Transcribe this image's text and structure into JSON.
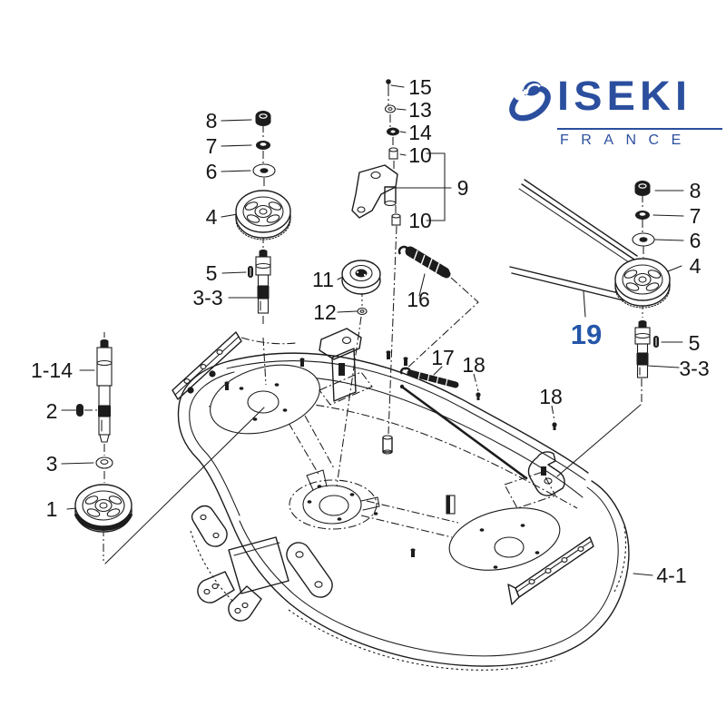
{
  "brand": {
    "name": "ISEKI",
    "subtitle": "FRANCE",
    "icon": "iseki-swirl-icon",
    "color": "#2b4f9e"
  },
  "colors": {
    "line_art": "#1c1c1c",
    "highlight_blue": "#2456a8",
    "background": "#ffffff"
  },
  "callouts": {
    "top": {
      "n15": "15",
      "n13": "13",
      "n14": "14",
      "n10a": "10",
      "n9": "9",
      "n10b": "10"
    },
    "left_spindle": {
      "n8": "8",
      "n7": "7",
      "n6": "6",
      "n4": "4",
      "n5": "5",
      "n33": "3-3"
    },
    "idler": {
      "n11": "11",
      "n12": "12",
      "n16": "16"
    },
    "right_spindle": {
      "n8": "8",
      "n7": "7",
      "n6": "6",
      "n4": "4",
      "n5": "5",
      "n33": "3-3",
      "n19": "19"
    },
    "left_shaft": {
      "n114": "1-14",
      "n2": "2",
      "n3": "3",
      "n1": "1"
    },
    "linkage": {
      "n17": "17",
      "n18a": "18",
      "n18b": "18"
    },
    "deck": {
      "n41": "4-1"
    }
  }
}
